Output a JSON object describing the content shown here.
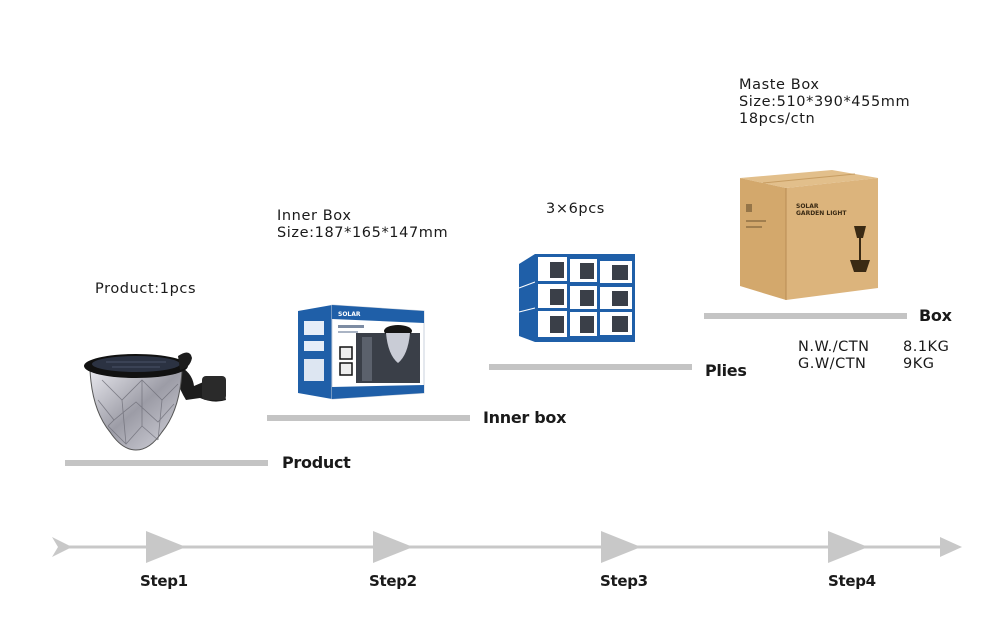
{
  "product": {
    "caption": "Product:1pcs",
    "shelf_label": "Product"
  },
  "inner_box": {
    "title": "Inner Box",
    "size": "Size:187*165*147mm",
    "shelf_label": "Inner box",
    "print_brand": "SOLAR"
  },
  "plies": {
    "caption": "3×6pcs",
    "shelf_label": "Plies"
  },
  "master_box": {
    "title": "Maste Box",
    "size": "Size:510*390*455mm",
    "qty": "18pcs/ctn",
    "shelf_label": "Box",
    "print_line1": "SOLAR",
    "print_line2": "GARDEN LIGHT",
    "nw_label": "N.W./CTN",
    "nw_value": "8.1KG",
    "gw_label": "G.W/CTN",
    "gw_value": "9KG"
  },
  "steps": [
    "Step1",
    "Step2",
    "Step3",
    "Step4"
  ],
  "colors": {
    "shelf": "#c4c4c4",
    "arrow": "#c8c8c8",
    "carton": "#d9b27a",
    "inner_box_blue": "#1f5fa8"
  }
}
